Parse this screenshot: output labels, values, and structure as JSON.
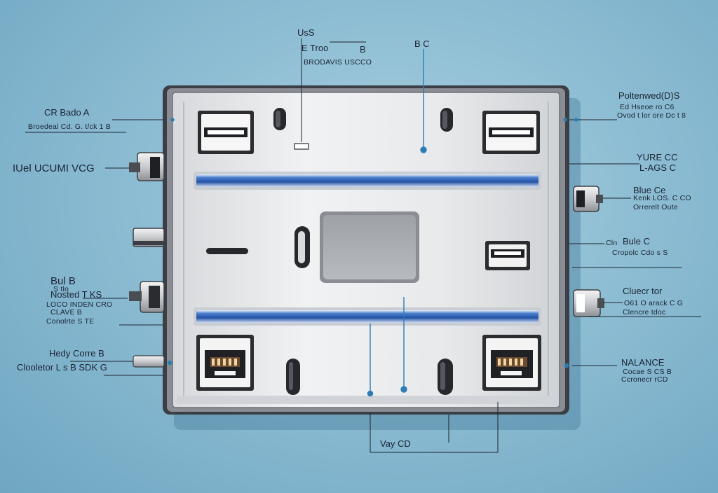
{
  "labels": {
    "top": {
      "title": "UsS",
      "line1": "E Troo",
      "line1b": "B",
      "line2": "BRODAVIS USCCO",
      "right": "B C"
    },
    "left": {
      "a_title": "CR Bado A",
      "a_sub": "Broedeal Cd. G. t/ck 1 B",
      "b_title": "IUel UCUMI VCG",
      "c_title": "Bul B",
      "c_l1": "S tlo",
      "c_l2": "Nosted T KS",
      "c_l3": "LOCO INDEN CRO",
      "c_l4": "CLAVE B",
      "c_l5": "Conolrte S TE",
      "d_title": "Hedy Corre B",
      "d_l1": "Clooletor L s B  SDK G"
    },
    "right": {
      "a_title": "Poltenwed(D)S",
      "a_l1": "Ed Hseoe ro C6",
      "a_l2": "Ovod t lor ore Dc t 8",
      "b_l1": "YURE CC",
      "b_l2": "L-AGS C",
      "c_title": "Blue Ce",
      "c_l1": "Kenk LOS. C CO",
      "c_l2": "Orrerelt Oute",
      "d_l0": "Cln",
      "d_title": "Bule C",
      "d_l1": "Cropolc Cdo s S",
      "e_title": "Cluecr tor",
      "e_l1": "O61  O arack C  G",
      "e_l2": "Clencre tdoc",
      "f_title": "NALANCE",
      "f_l1": "Cocae S CS B",
      "f_l2": "Ccronecr rCD"
    },
    "bottom": {
      "title": "Vay CD"
    }
  },
  "colors": {
    "background": "#8dbdd3",
    "panel": "#e6e7e9",
    "accent_blue": "#2d63b3",
    "leader_blue": "#2d7db5",
    "frame": "#3b3f45"
  },
  "ports": {
    "top_left": "usb-port",
    "top_right": "usb-port",
    "middle_right": "usb-port",
    "bottom_left": "ethernet-port",
    "bottom_right": "ethernet-port",
    "center": "display-screen"
  }
}
